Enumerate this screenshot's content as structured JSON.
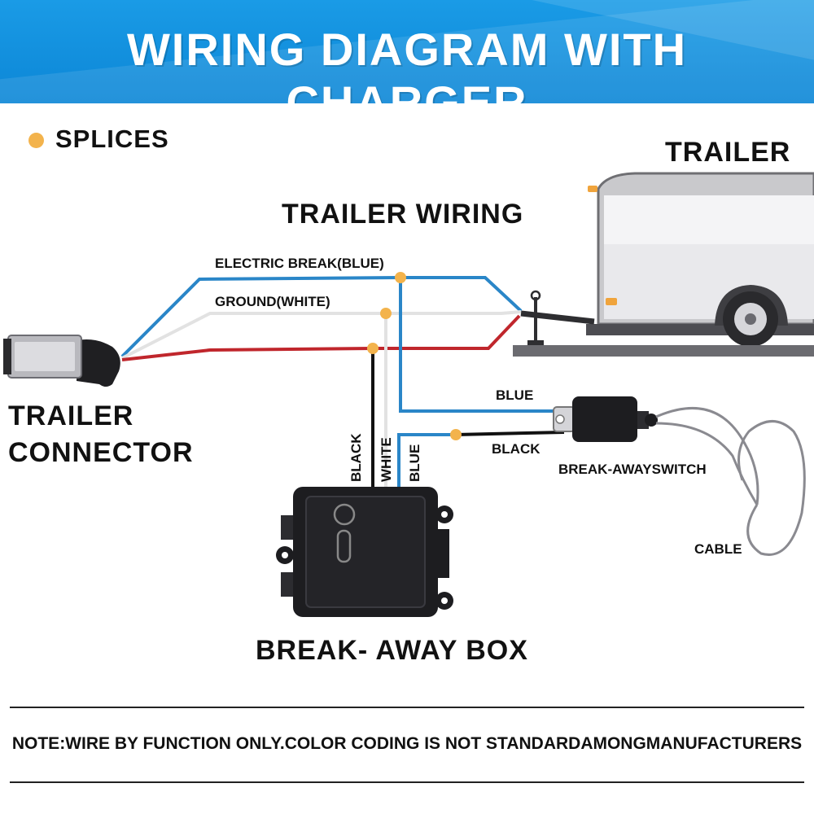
{
  "header": {
    "title": "WIRING DIAGRAM WITH CHARGER"
  },
  "legend": {
    "splices_label": "SPLICES",
    "splice_color": "#f3b34c"
  },
  "labels": {
    "trailer": "TRAILER",
    "trailer_wiring": "TRAILER WIRING",
    "trailer_connector_line1": "TRAILER",
    "trailer_connector_line2": "CONNECTOR",
    "breakaway_box": "BREAK- AWAY BOX",
    "breakaway_switch": "BREAK-AWAYSWITCH",
    "cable": "CABLE"
  },
  "wires": {
    "electric_brake": "ELECTRIC BREAK(BLUE)",
    "ground": "GROUND(WHITE)",
    "blue_switch": "BLUE",
    "black_switch": "BLACK",
    "box_black": "BLACK",
    "box_white": "WHITE",
    "box_blue": "BLUE"
  },
  "colors": {
    "header": "#0c86d6",
    "blue_wire": "#2a86c8",
    "white_wire": "#e2e2e2",
    "red_wire": "#c0262c",
    "black_wire": "#111111"
  },
  "note": "NOTE:WIRE BY FUNCTION ONLY.COLOR CODING IS NOT STANDARDAMONGMANUFACTURERS"
}
